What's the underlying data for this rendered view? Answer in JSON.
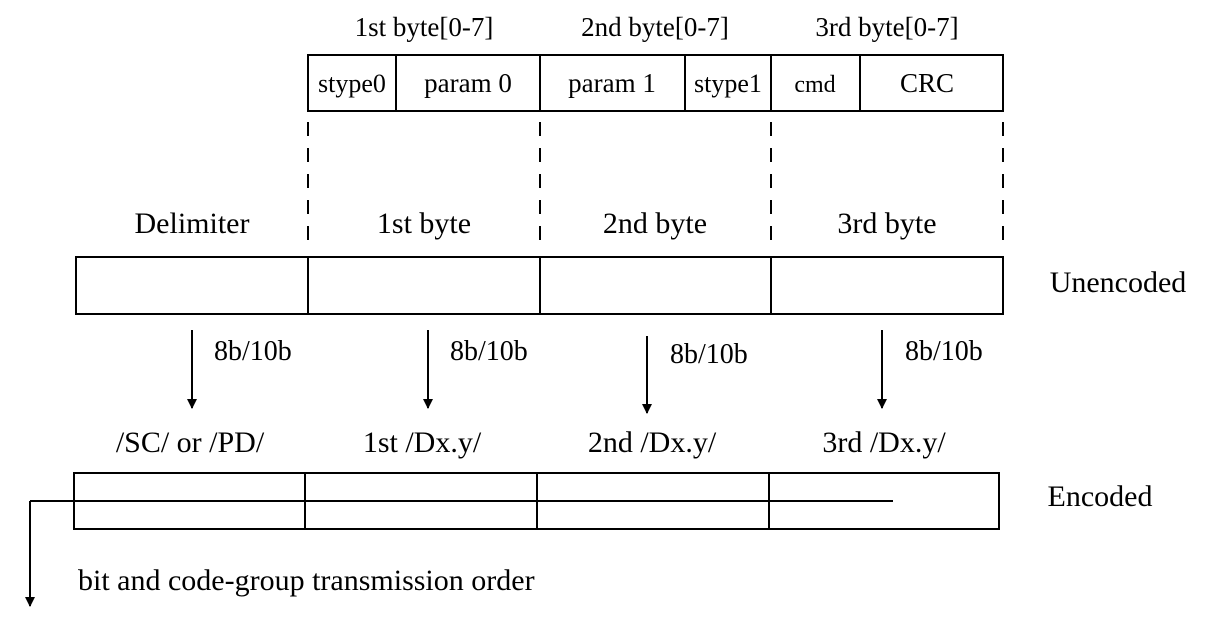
{
  "byte_headers": [
    "1st byte[0-7]",
    "2nd byte[0-7]",
    "3rd byte[0-7]"
  ],
  "fields": [
    "stype0",
    "param 0",
    "param 1",
    "stype1",
    "cmd",
    "CRC"
  ],
  "unencoded_labels": [
    "Delimiter",
    "1st byte",
    "2nd byte",
    "3rd byte"
  ],
  "unencoded_row_label": "Unencoded",
  "encoding_label": "8b/10b",
  "encoded_labels": [
    "/SC/ or /PD/",
    "1st /Dx.y/",
    "2nd /Dx.y/",
    "3rd /Dx.y/"
  ],
  "encoded_row_label": "Encoded",
  "transmission_note": "bit and code-group transmission order"
}
